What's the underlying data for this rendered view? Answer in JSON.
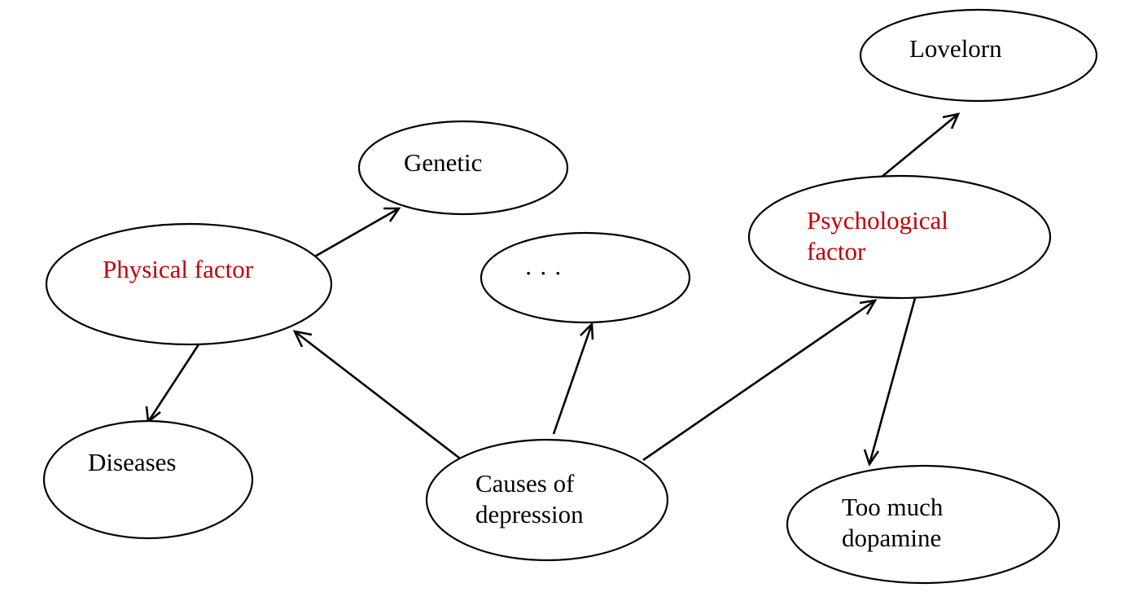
{
  "nodes": {
    "causes": {
      "lines": [
        "Causes of",
        "depression"
      ],
      "color": "#000000"
    },
    "physical": {
      "lines": [
        "Physical factor"
      ],
      "color": "#c00000"
    },
    "genetic": {
      "lines": [
        "Genetic"
      ],
      "color": "#000000"
    },
    "diseases": {
      "lines": [
        "Diseases"
      ],
      "color": "#000000"
    },
    "ellipsis": {
      "lines": [
        "· · ·"
      ],
      "color": "#000000"
    },
    "psychological": {
      "lines": [
        "Psychological",
        "factor"
      ],
      "color": "#c00000"
    },
    "lovelorn": {
      "lines": [
        "Lovelorn"
      ],
      "color": "#000000"
    },
    "dopamine": {
      "lines": [
        "Too much",
        "dopamine"
      ],
      "color": "#000000"
    }
  },
  "edges": [
    {
      "from": "causes",
      "to": "physical"
    },
    {
      "from": "causes",
      "to": "ellipsis"
    },
    {
      "from": "causes",
      "to": "psychological"
    },
    {
      "from": "physical",
      "to": "genetic"
    },
    {
      "from": "physical",
      "to": "diseases"
    },
    {
      "from": "psychological",
      "to": "lovelorn"
    },
    {
      "from": "psychological",
      "to": "dopamine"
    }
  ]
}
